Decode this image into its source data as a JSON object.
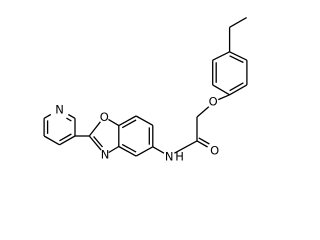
{
  "molecule": {
    "atom_labels": {
      "pyridine_n": "N",
      "oxazole_o": "O",
      "oxazole_n": "N",
      "amide_n": "N",
      "amide_h": "H",
      "carbonyl_o": "O",
      "ether_o": "O"
    },
    "colors": {
      "bond": "#000000",
      "label": "#000000",
      "background": "#ffffff"
    }
  }
}
